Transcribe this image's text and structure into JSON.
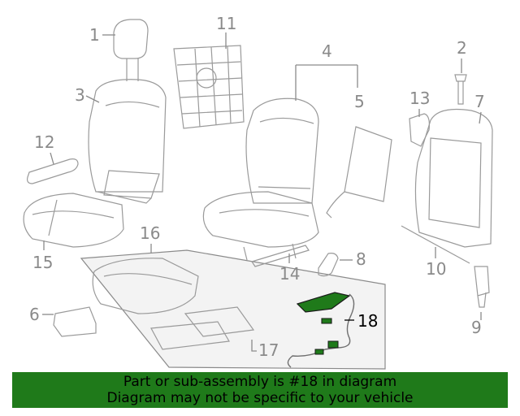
{
  "labels": {
    "l1": "1",
    "l2": "2",
    "l3": "3",
    "l4": "4",
    "l5": "5",
    "l6": "6",
    "l7": "7",
    "l8": "8",
    "l9": "9",
    "l10": "10",
    "l11": "11",
    "l12": "12",
    "l13": "13",
    "l14": "14",
    "l15": "15",
    "l16": "16",
    "l17": "17",
    "l18": "18"
  },
  "highlight": {
    "part": "18",
    "color": "#1f7a1a"
  },
  "banner": {
    "line1": "Part or sub-assembly is #18 in diagram",
    "line2": "Diagram may not be specific to your vehicle",
    "background": "#1f7a1a"
  }
}
